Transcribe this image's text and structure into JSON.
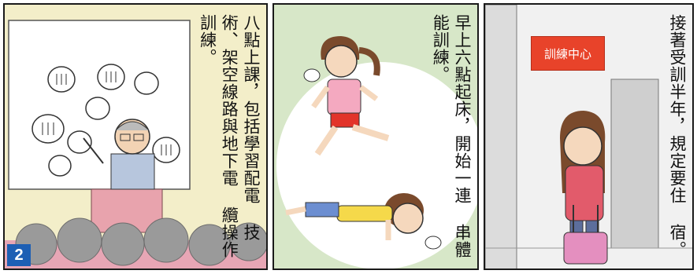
{
  "panels": [
    {
      "lines": [
        "八點上課，包括學習配電",
        "技術、架空線路與地下電",
        "纜操作訓練。"
      ]
    },
    {
      "lines": [
        "早上六點起床，開始一連",
        "串體能訓練。"
      ]
    },
    {
      "lines": [
        "接著受訓半年，規定要住",
        "宿。"
      ],
      "sign": "訓練中心"
    }
  ],
  "page_badge": "2",
  "colors": {
    "badge": "#1d5fb4",
    "sign": "#e8432a",
    "panel1_bg": "#f3eec9",
    "panel2_bg": "#d7e7c8"
  }
}
